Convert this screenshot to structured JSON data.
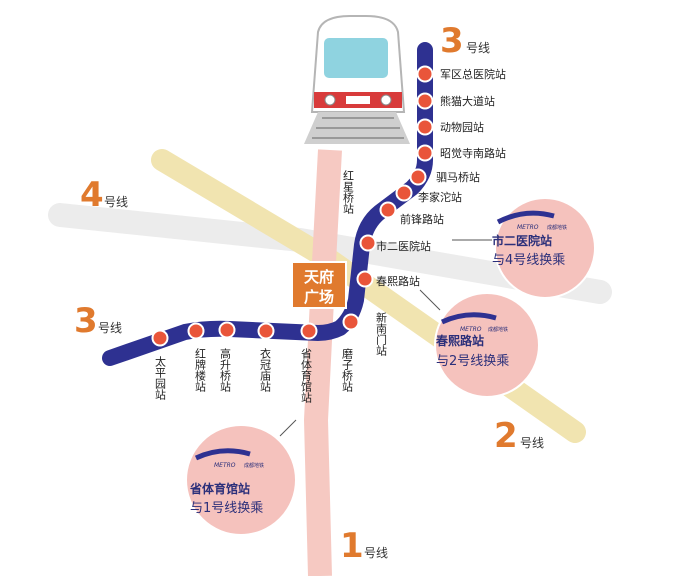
{
  "lines": {
    "l1": {
      "num": "1",
      "txt": "号线"
    },
    "l2": {
      "num": "2",
      "txt": "号线"
    },
    "l3a": {
      "num": "3",
      "txt": "号线"
    },
    "l3b": {
      "num": "3",
      "txt": "号线"
    },
    "l4": {
      "num": "4",
      "txt": "号线"
    }
  },
  "hub": {
    "line1": "天府",
    "line2": "广场"
  },
  "right_stations": [
    "军区总医院站",
    "熊猫大道站",
    "动物园站",
    "昭觉寺南路站",
    "驷马桥站",
    "李家沱站",
    "前锋路站",
    "市二医院站",
    "春熙路站"
  ],
  "vertical_stations": {
    "hongxingqiao": "红星桥站",
    "xinnanmen": "新南门站",
    "moziqiao": "磨子桥站",
    "shengtiyuguan": "省体育馆站",
    "yiguanmiao": "衣冠庙站",
    "gaoshengqiao": "高升桥站",
    "hongpailou": "红牌楼站",
    "taipingyuan": "太平园站"
  },
  "callouts": {
    "shier": {
      "title": "市二医院站",
      "sub": "与4号线换乘"
    },
    "chunxi": {
      "title": "春熙路站",
      "sub": "与2号线换乘"
    },
    "shengti": {
      "title": "省体育馆站",
      "sub": "与1号线换乘"
    }
  },
  "metro_logo": {
    "text": "METRO",
    "cn": "成都地铁"
  },
  "colors": {
    "line3": "#2e3191",
    "line1": "#f6c9c2",
    "line2": "#f1e4b0",
    "line4": "#ececec",
    "accent": "#e07a2e",
    "station": "#e9553a",
    "callout": "#f5c2bd"
  }
}
